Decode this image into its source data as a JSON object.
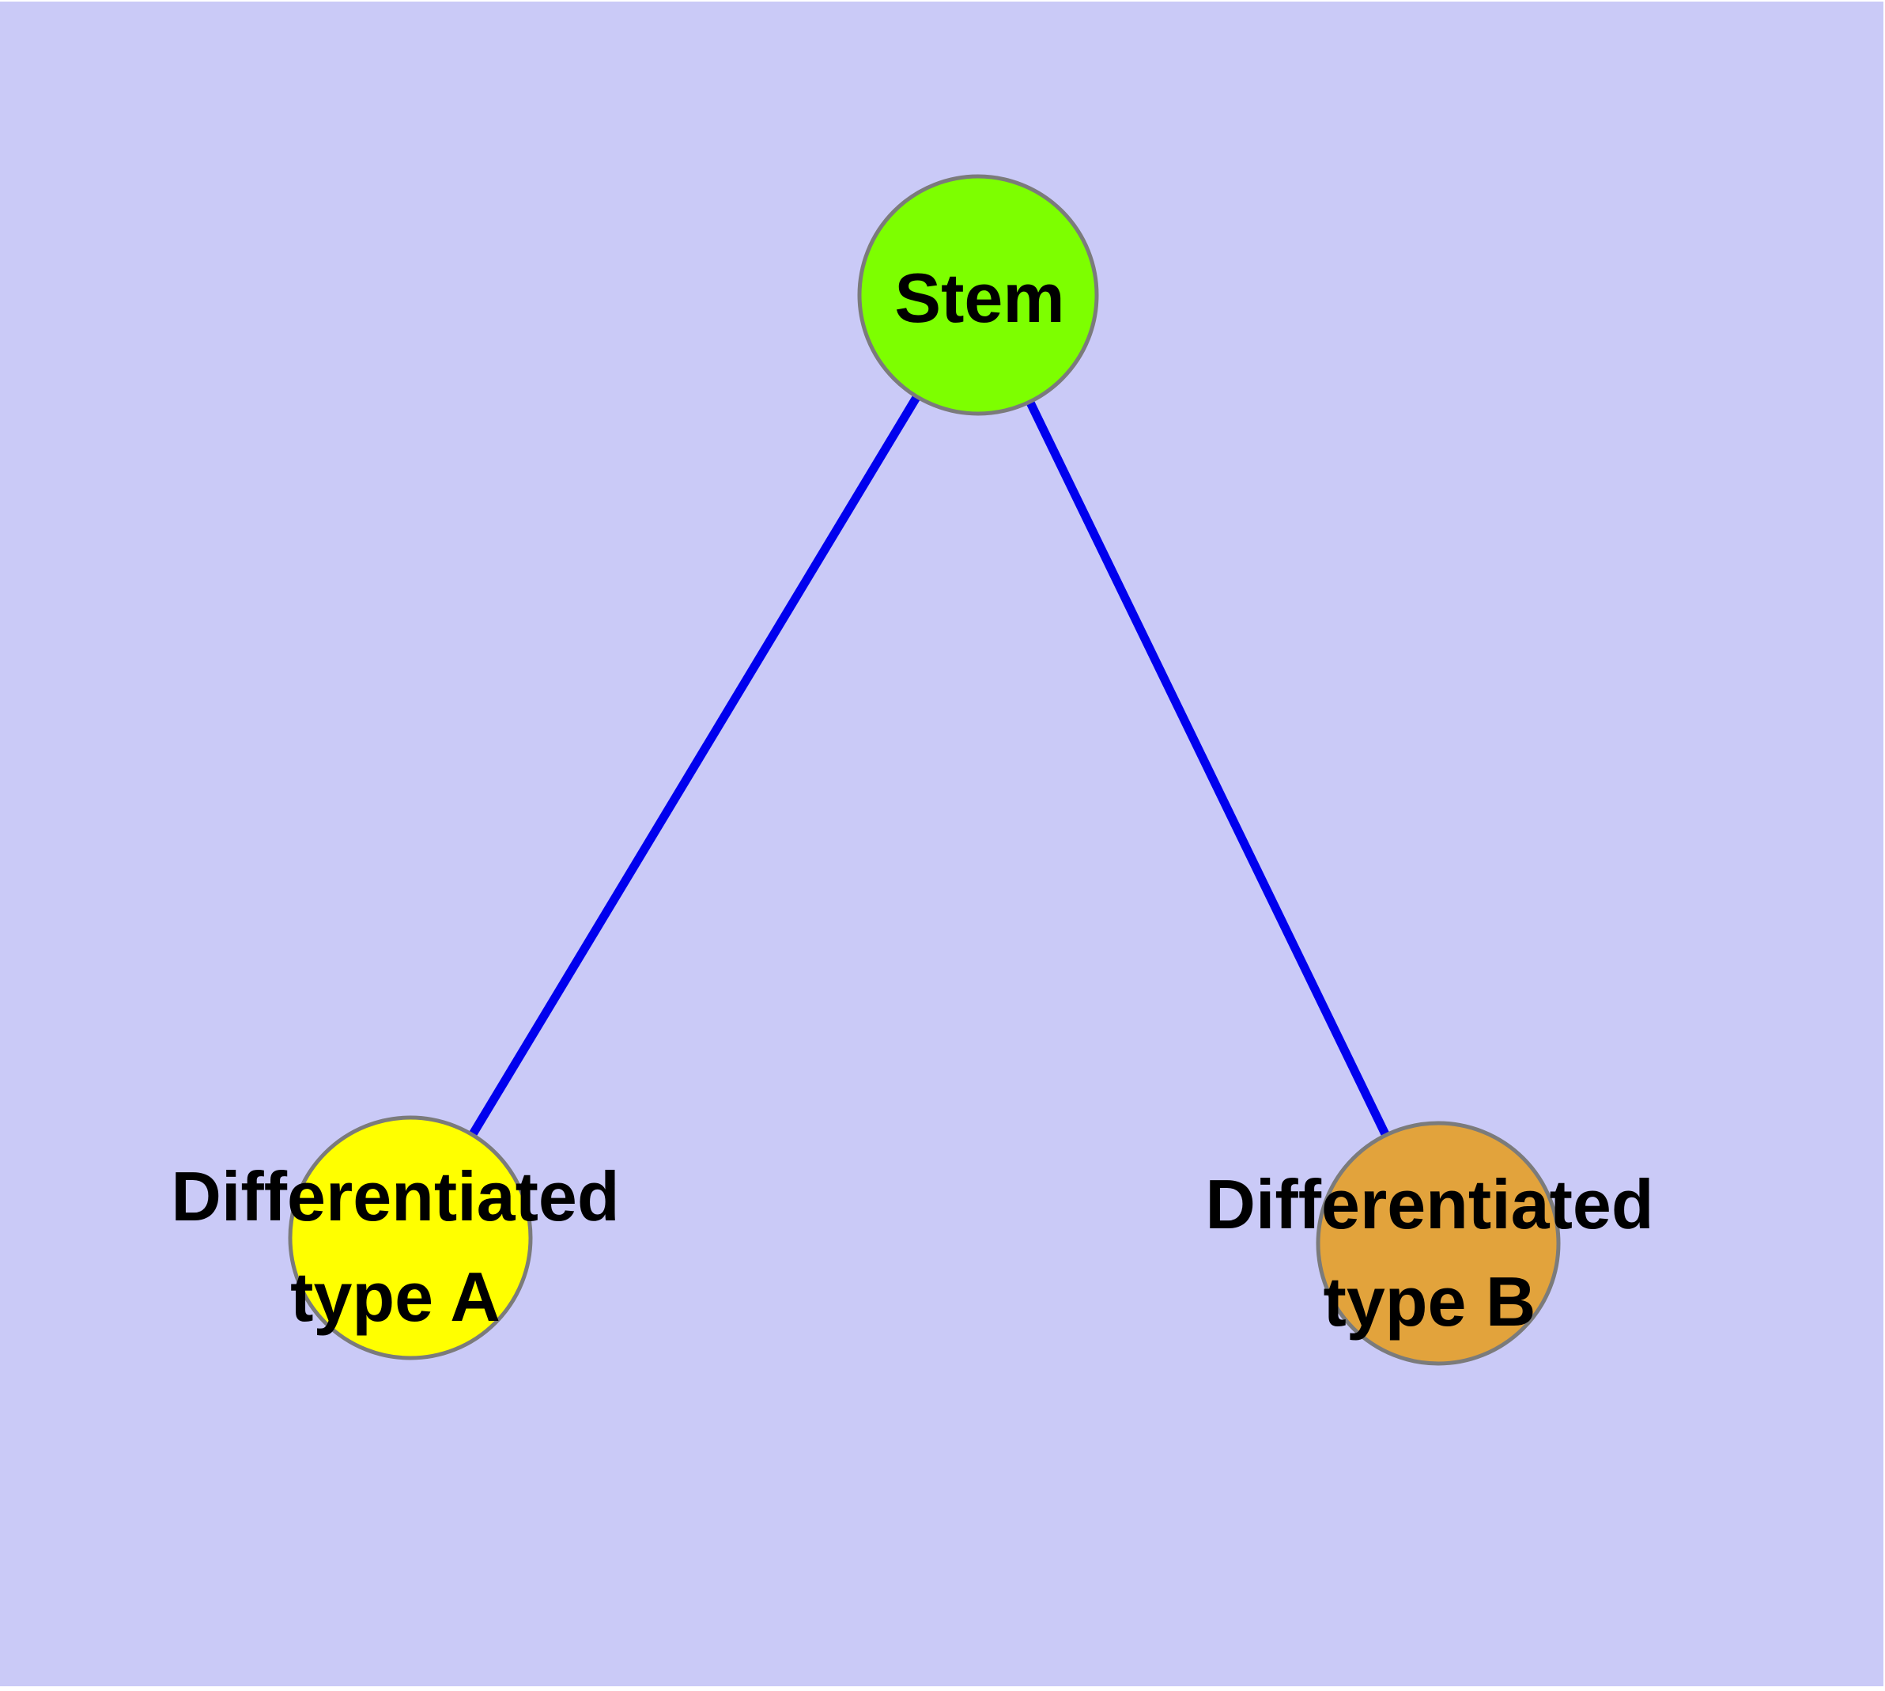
{
  "diagram": {
    "type": "node-link-graph",
    "background_color": "#cacaf7",
    "page_margin_color": "#ffffff",
    "edge_color": "#0000ee",
    "node_border_color": "#7b7b7b",
    "label_color": "#000000",
    "nodes": [
      {
        "id": "stem",
        "label": "Stem",
        "lines": [
          "Stem"
        ],
        "fill": "#7dff00"
      },
      {
        "id": "differentiated-type-a",
        "label": "Differentiated type A",
        "lines": [
          "Differentiated",
          "type A"
        ],
        "fill": "#ffff00"
      },
      {
        "id": "differentiated-type-b",
        "label": "Differentiated type B",
        "lines": [
          "Differentiated",
          "type B"
        ],
        "fill": "#e2a33c"
      }
    ],
    "edges": [
      {
        "from": "stem",
        "to": "differentiated-type-a"
      },
      {
        "from": "stem",
        "to": "differentiated-type-b"
      }
    ]
  }
}
